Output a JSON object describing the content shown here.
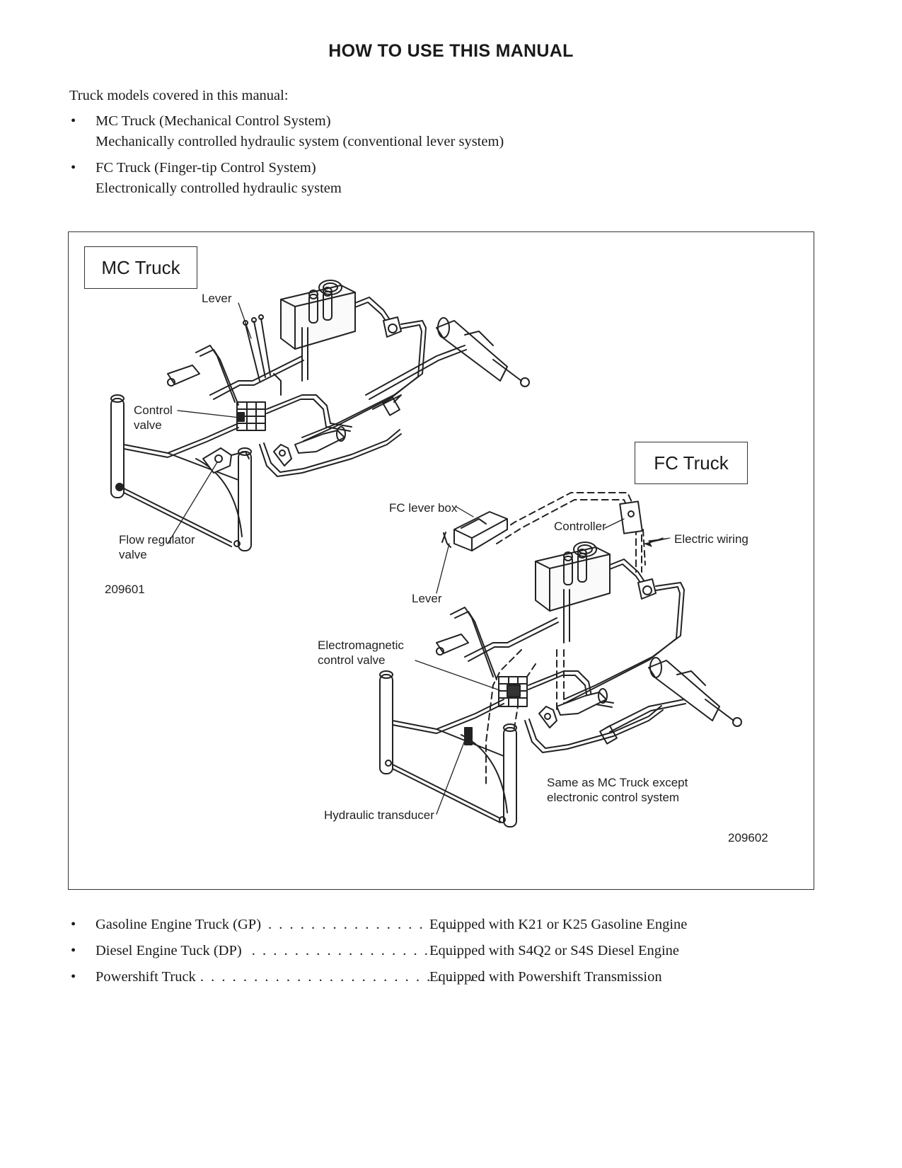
{
  "title": "HOW TO USE THIS MANUAL",
  "intro": "Truck models covered in this manual:",
  "models": [
    {
      "bullet": "•",
      "name": "MC Truck (Mechanical Control System)",
      "desc": "Mechanically controlled hydraulic system (conventional lever system)"
    },
    {
      "bullet": "•",
      "name": "FC Truck (Finger-tip Control System)",
      "desc": "Electronically controlled hydraulic system"
    }
  ],
  "figure": {
    "mc_tag": "MC Truck",
    "fc_tag": "FC Truck",
    "labels": {
      "lever_mc": "Lever",
      "control_valve": "Control\nvalve",
      "flow_regulator": "Flow regulator\nvalve",
      "fig_num_mc": "209601",
      "fc_lever_box": "FC lever box",
      "controller": "Controller",
      "electric_wiring": "Electric wiring",
      "lever_fc": "Lever",
      "electromagnetic": "Electromagnetic\ncontrol valve",
      "same_as": "Same as MC Truck except\nelectronic control system",
      "hydraulic_transducer": "Hydraulic transducer",
      "fig_num_fc": "209602"
    }
  },
  "specs": [
    {
      "bullet": "•",
      "name": "Gasoline Engine Truck (GP)",
      "dots": ". . . . . . . . . . . . . . . . . .",
      "desc": "Equipped with K21 or K25 Gasoline Engine"
    },
    {
      "bullet": "•",
      "name": "Diesel Engine Tuck (DP)",
      "dots": ". . . . . . . . . . . . . . . . . . . .",
      "desc": "Equipped with S4Q2 or S4S Diesel Engine"
    },
    {
      "bullet": "•",
      "name": "Powershift Truck",
      "dots": ". . . . . . . . . . . . . . . . . . . . . . . . . . .",
      "desc": "Equipped with Powershift Transmission"
    }
  ]
}
